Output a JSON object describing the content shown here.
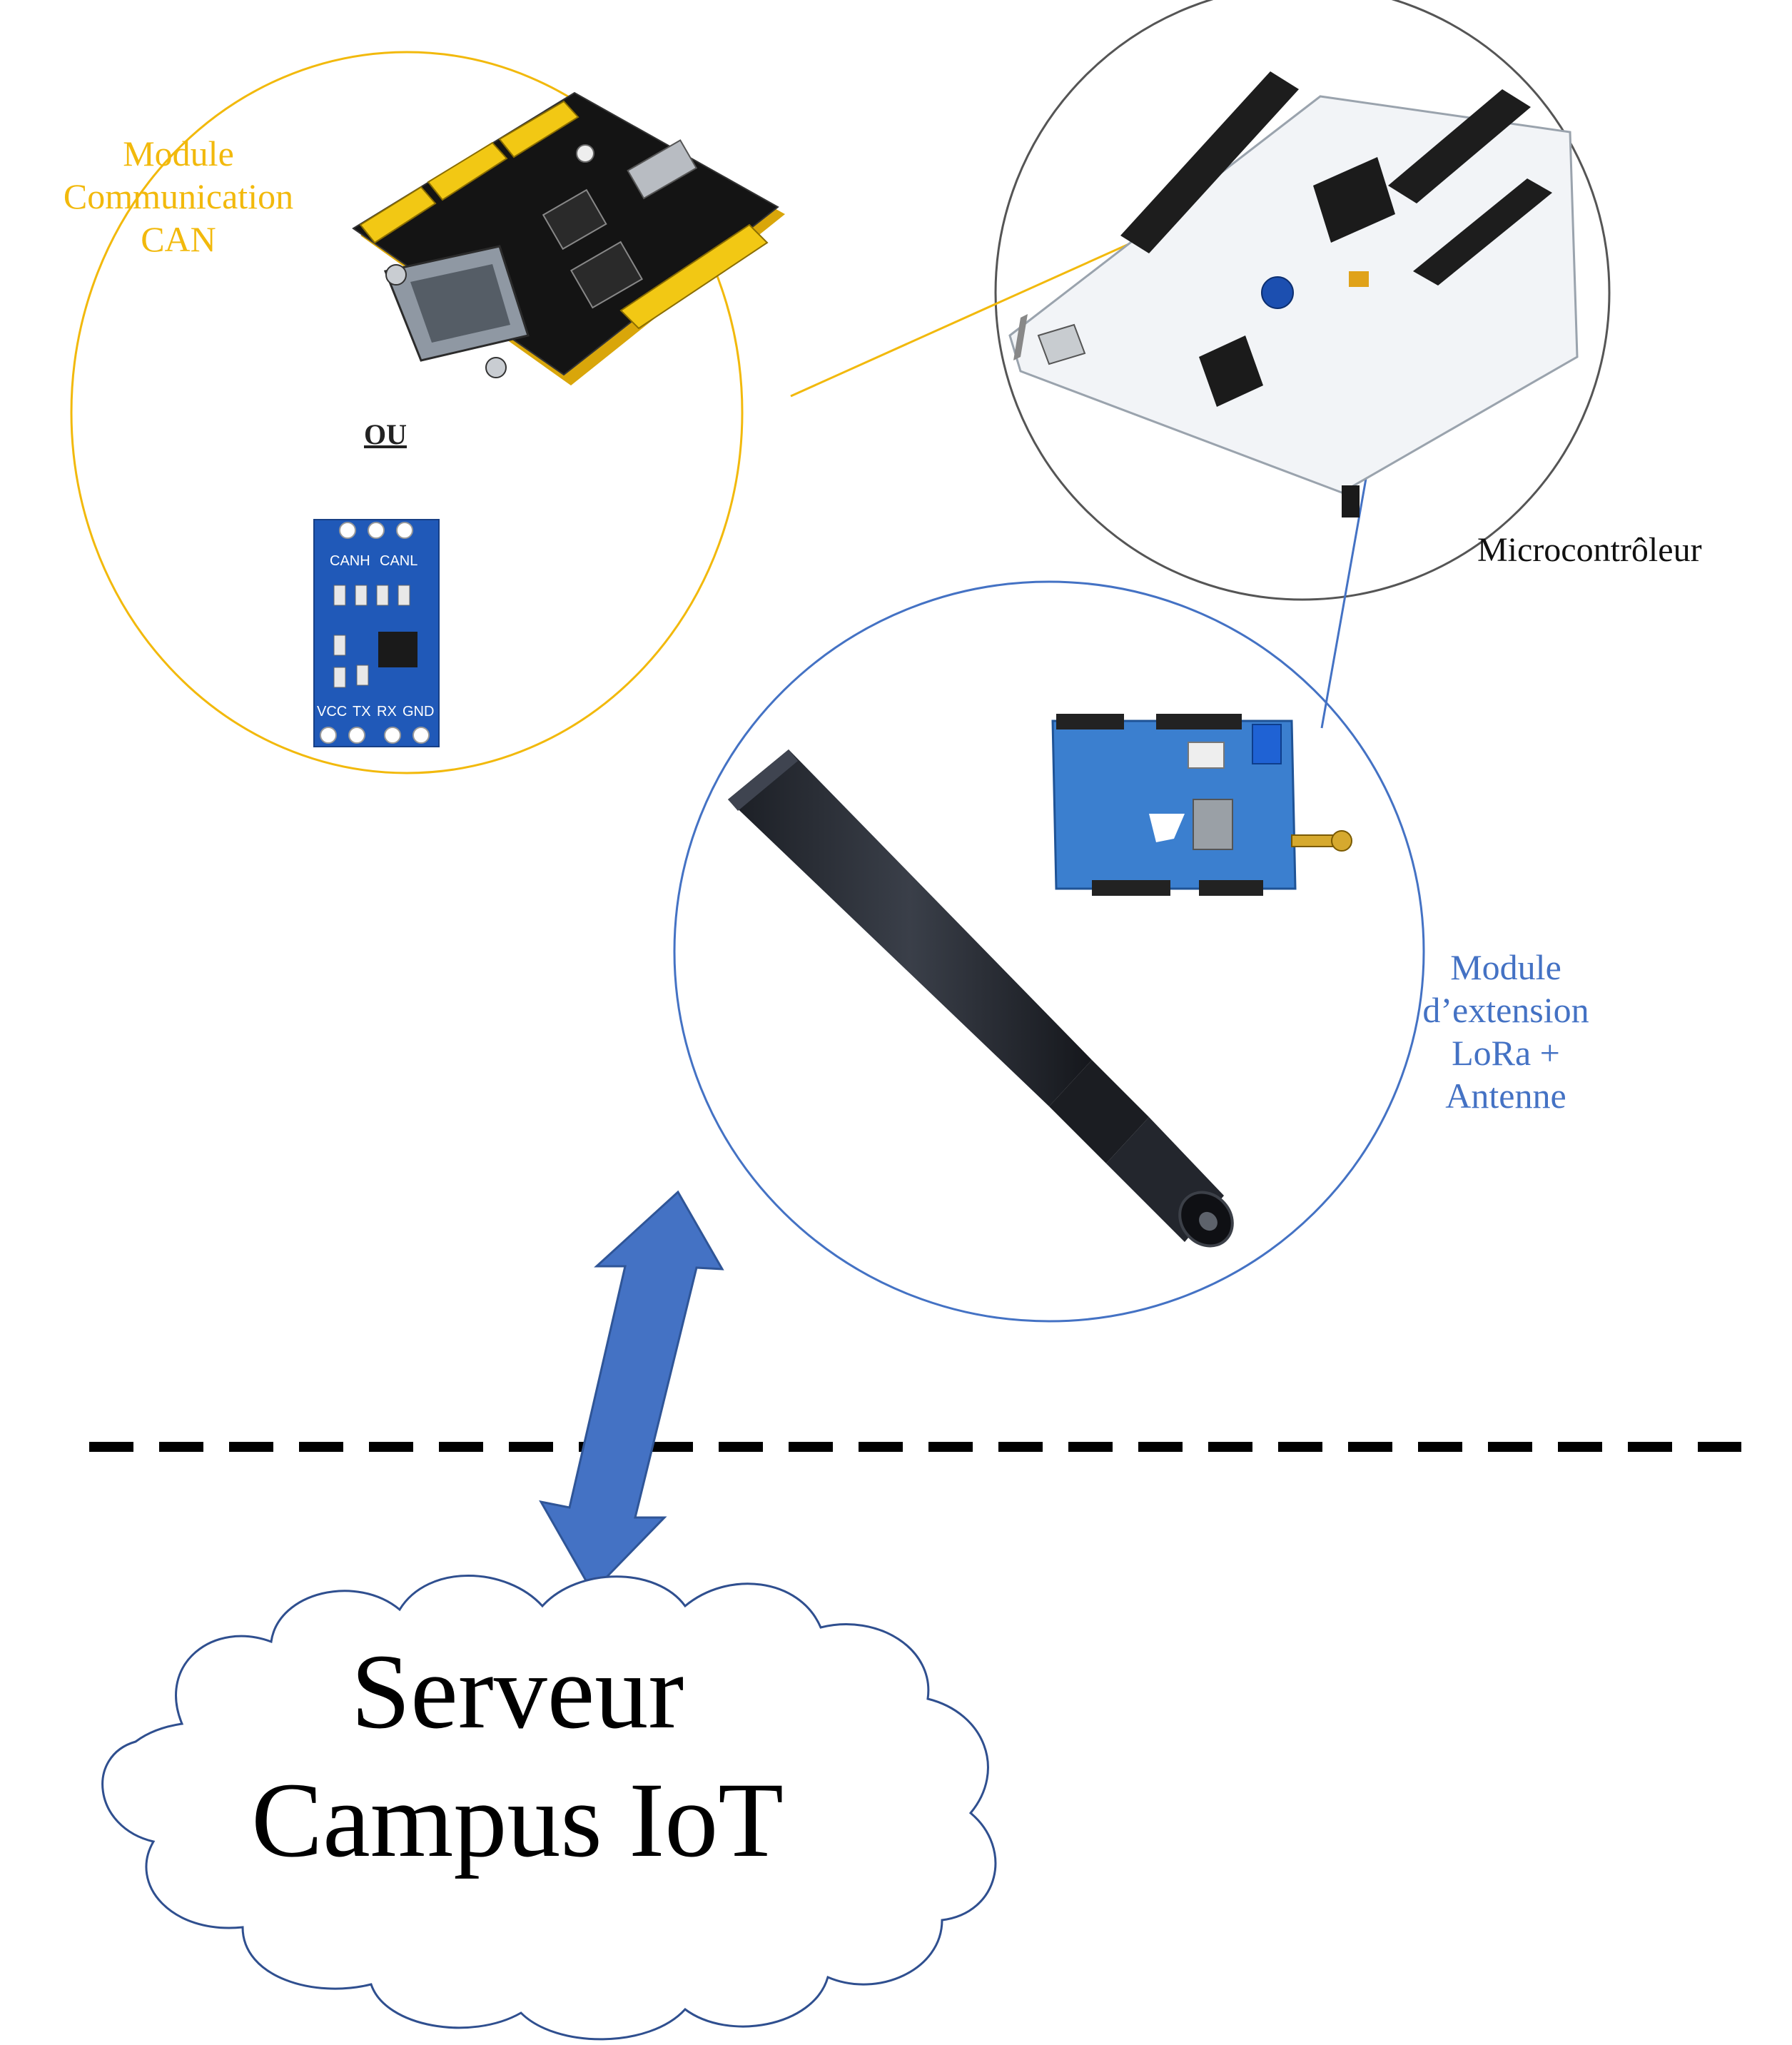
{
  "labels": {
    "can_module": [
      "Module",
      "Communication",
      "CAN"
    ],
    "or": "OU",
    "microcontroller": "Microcontrôleur",
    "lora_module": [
      "Module",
      "d’extension",
      "LoRa +",
      "Antenne"
    ],
    "server": [
      "Serveur",
      "Campus IoT"
    ]
  },
  "transceiver_pins": {
    "top": [
      "CANH",
      "CANL"
    ],
    "bottom": [
      "VCC",
      "TX",
      "RX",
      "GND"
    ]
  },
  "colors": {
    "can_group": "#F2B90C",
    "lora_group": "#4472C4",
    "mcu_group": "#555555",
    "arrow_fill": "#4472C4",
    "cloud_stroke": "#2F4F8F",
    "divider": "#000000"
  },
  "icons": {
    "can_shield": "can-shield-board-icon",
    "transceiver": "can-transceiver-board-icon",
    "mcu": "nucleo-board-icon",
    "lora_shield": "lora-shield-board-icon",
    "antenna": "antenna-icon",
    "cloud": "cloud-icon",
    "link_arrow": "double-arrow-icon"
  }
}
